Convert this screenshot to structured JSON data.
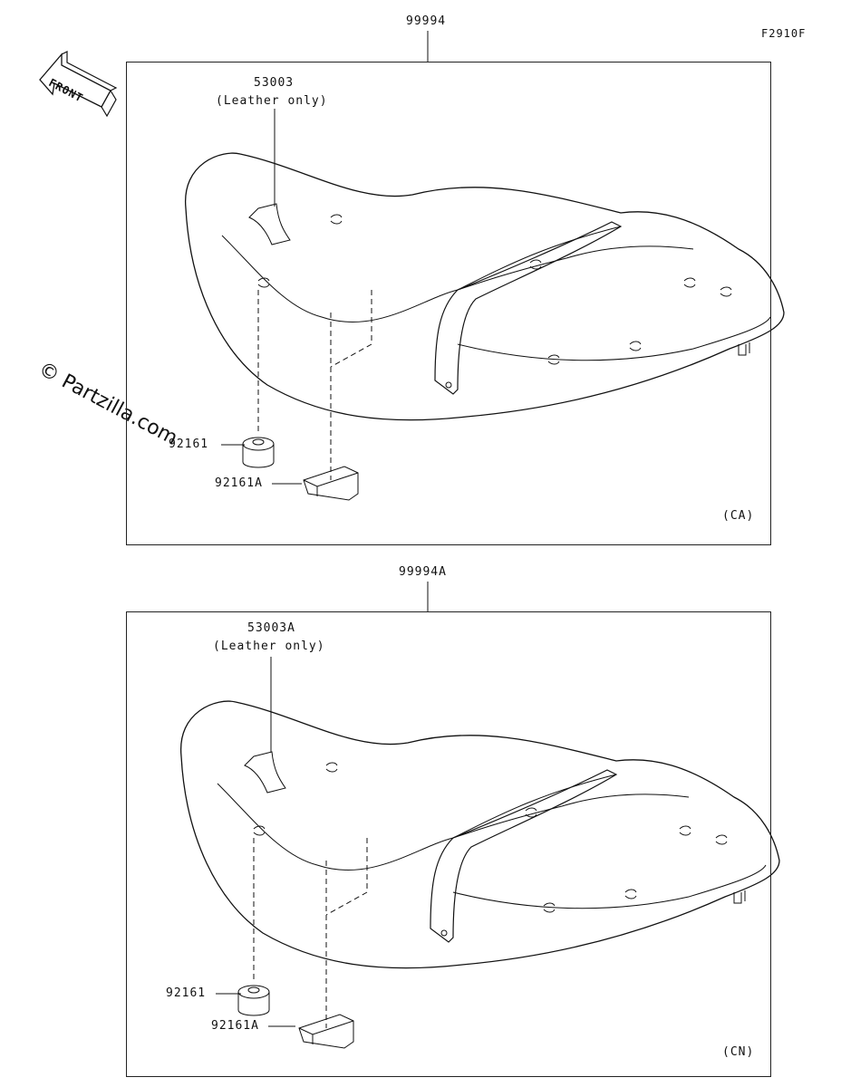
{
  "figure_code": "F2910F",
  "watermark": "© Partzilla.com",
  "front_arrow_label": "FRONT",
  "panels": [
    {
      "assembly_part": "99994",
      "leather_part": "53003",
      "leather_note": "(Leather only)",
      "part_a": "92161",
      "part_b": "92161A",
      "region": "(CA)"
    },
    {
      "assembly_part": "99994A",
      "leather_part": "53003A",
      "leather_note": "(Leather only)",
      "part_a": "92161",
      "part_b": "92161A",
      "region": "(CN)"
    }
  ]
}
